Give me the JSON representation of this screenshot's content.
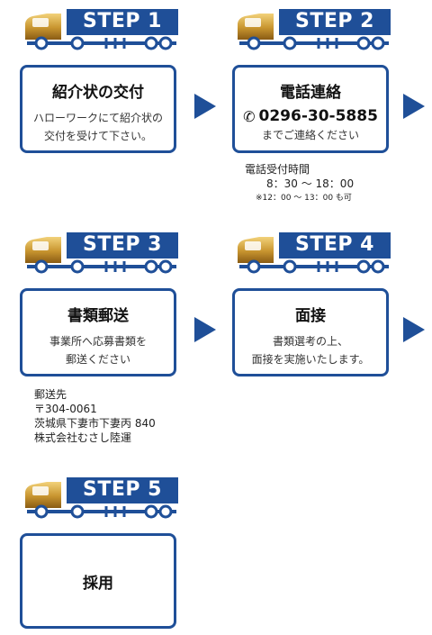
{
  "steps": [
    {
      "label": "STEP 1",
      "title": "紹介状の交付",
      "desc": [
        "ハローワークにて紹介状の",
        "交付を受けて下さい。"
      ]
    },
    {
      "label": "STEP 2",
      "title": "電話連絡",
      "phone": "0296-30-5885",
      "note": "までご連絡ください"
    },
    {
      "label": "STEP 3",
      "title": "書類郵送",
      "desc": [
        "事業所へ応募書類を",
        "郵送ください"
      ]
    },
    {
      "label": "STEP 4",
      "title": "面接",
      "desc": [
        "書類選考の上、",
        "面接を実施いたします。"
      ]
    },
    {
      "label": "STEP 5",
      "title": "採用"
    }
  ],
  "phone_hours": {
    "title": "電話受付時間",
    "time": "8：30 〜 18：00",
    "note": "※12：00 〜 13：00 も可"
  },
  "mailing": {
    "title": "郵送先",
    "postal": "〒304-0061",
    "address": "茨城県下妻市下妻丙 840",
    "company": "株式会社むさし陸運"
  },
  "colors": {
    "primary": "#1f4f98",
    "gold": "#c8952f"
  },
  "icons": [
    "truck-icon",
    "phone-icon",
    "arrow-right-icon"
  ]
}
